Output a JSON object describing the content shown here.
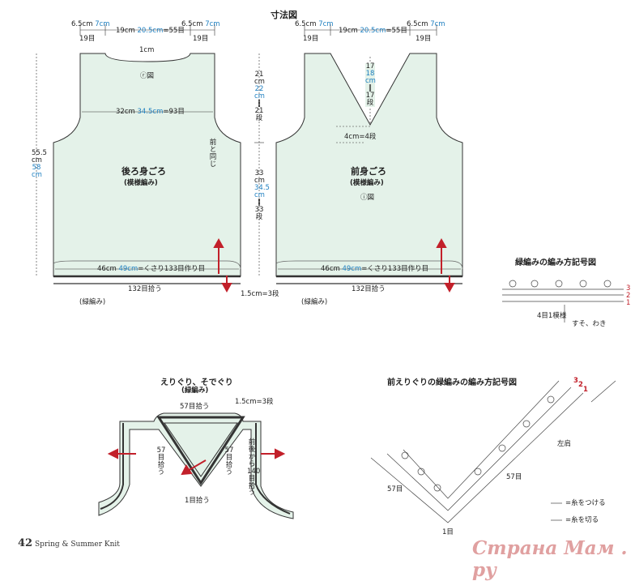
{
  "page_title": "寸法図",
  "back": {
    "shoulder_left": "6.5cm",
    "shoulder_left_b": "7cm",
    "shoulder_left_rows": "19目",
    "neck": "19cm",
    "neck_b": "20.5cm",
    "neck_sts": "=55目",
    "neck_left_rows": "19目",
    "shoulder_right": "6.5cm",
    "shoulder_right_b": "7cm",
    "shoulder_right_rows": "19目",
    "neck_drop": "1cm",
    "ro_label": "ⓡ図",
    "chest": "32cm",
    "chest_b": "34.5cm",
    "chest_sts": "=93目",
    "name": "後ろ身ごろ",
    "pattern": "(模様編み)",
    "same_as_front": "前と同じ",
    "hem": "46cm",
    "hem_b": "49cm",
    "hem_text": "=くさり133目作り目",
    "pickup": "132目拾う",
    "edging": "(緑編み)",
    "height": "55.5",
    "height_unit": "cm",
    "height_b": "58",
    "height_b_unit": "cm"
  },
  "front": {
    "shoulder_left": "6.5cm",
    "shoulder_left_b": "7cm",
    "shoulder_left_rows": "19目",
    "neck": "19cm",
    "neck_b": "20.5cm",
    "neck_sts": "=55目",
    "neck_left_rows": "19目",
    "shoulder_right": "6.5cm",
    "shoulder_right_b": "7cm",
    "shoulder_right_rows": "19目",
    "v_depth": "17",
    "v_depth_b": "18",
    "v_unit": "cm",
    "v_rows": "17",
    "v_rows_unit": "段",
    "armhole_inset": "4cm=4段",
    "name": "前身ごろ",
    "pattern": "(模様編み)",
    "i_label": "ⓘ図",
    "hem": "46cm",
    "hem_b": "49cm",
    "hem_text": "=くさり133目作り目",
    "pickup": "132目拾う",
    "edging": "(緑編み)",
    "edge_rows": "1.5cm=3段"
  },
  "middle_dims": {
    "armhole": "21",
    "armhole_b": "22",
    "armhole_unit": "cm",
    "armhole_rows": "21",
    "armhole_rows_unit": "段",
    "body": "33",
    "body_b": "34.5",
    "body_unit": "cm",
    "body_rows": "33",
    "body_rows_unit": "段"
  },
  "edging_chart": {
    "title": "緑編みの編み方記号図",
    "repeat": "4目1模様",
    "row_nums": [
      "3",
      "2",
      "1"
    ],
    "note": "すそ、わき"
  },
  "neck_armhole": {
    "title": "えりぐり、そでぐり",
    "subtitle": "(緑編み)",
    "top_pickup": "57目拾う",
    "rows": "1.5cm=3段",
    "left_pickup": "57目拾う",
    "right_pickup": "57目拾う",
    "armhole_pickup": "前後から140目拾う",
    "center": "1目拾う"
  },
  "front_neck_chart": {
    "title": "前えりぐりの緑編みの編み方記号図",
    "row_nums": [
      "3",
      "2",
      "1"
    ],
    "left_count": "57目",
    "right_count": "57目",
    "shoulder": "左肩",
    "center": "1目",
    "legend_attach": "=糸をつける",
    "legend_cut": "=糸を切る"
  },
  "footer": {
    "page": "42",
    "book": "Spring & Summer Knit"
  },
  "watermark": "Страна Мам . ру",
  "colors": {
    "panel": "#e4f2e9",
    "accent_blue": "#1e7fc0",
    "arrow_red": "#c2202a"
  }
}
